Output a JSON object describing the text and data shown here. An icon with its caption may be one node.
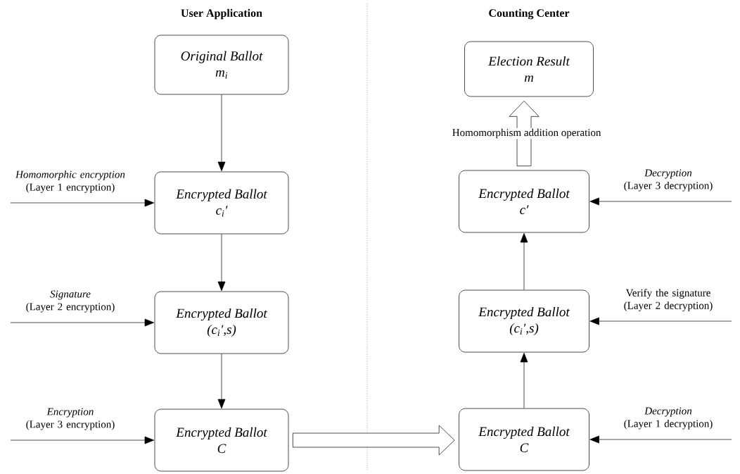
{
  "diagram": {
    "nodes": [
      {
        "text": [
          "Original Ballot",
          "m$_{i}$"
        ]
      },
      {
        "text": [
          "Election Result",
          "m"
        ]
      },
      {
        "text": [
          "Encrypted Ballot",
          "c$_{i}$′"
        ]
      },
      {
        "text": [
          "Encrypted Ballot",
          "c′"
        ]
      },
      {
        "text": [
          "Encrypted Ballot",
          "(c$_{i}$′,s)"
        ]
      },
      {
        "text": [
          "Encrypted Ballot",
          "(c$_{i}$′,s)"
        ]
      },
      {
        "text": [
          "Encrypted Ballot",
          "C"
        ]
      },
      {
        "text": [
          "Encrypted Ballot",
          "C"
        ]
      }
    ],
    "edges": [
      {
        "from": 0,
        "to": 2,
        "arrow": "to"
      },
      {
        "from": null,
        "to": 2,
        "arrow": "to",
        "label": "*Homomorphic encryption* (Layer 1 encryption)"
      },
      {
        "from": 2,
        "to": 4,
        "arrow": "to"
      },
      {
        "from": null,
        "to": 4,
        "arrow": "to",
        "label": "*Signature* (Layer 2 encryption)"
      },
      {
        "from": 4,
        "to": 6,
        "arrow": "to"
      },
      {
        "from": null,
        "to": 6,
        "arrow": "to",
        "label": "*Encryption* (Layer 3 encryption)"
      },
      {
        "from": 6,
        "to": 7,
        "arrow": "to",
        "style": "thick"
      },
      {
        "from": null,
        "to": 7,
        "arrow": "to",
        "label": "*Decryption* (Layer 1 decryption)"
      },
      {
        "from": 7,
        "to": 5,
        "arrow": "to"
      },
      {
        "from": null,
        "to": 5,
        "arrow": "to",
        "label": "Verify the signature (Layer 2 decryption)"
      },
      {
        "from": 5,
        "to": 3,
        "arrow": "to"
      },
      {
        "from": null,
        "to": 3,
        "arrow": "to",
        "label": "*Decryption* (Layer 3 decryption)"
      },
      {
        "from": 3,
        "to": 1,
        "arrow": "to",
        "style": "thick",
        "label": "Homomorphism addition operation"
      }
    ],
    "labels": [
      "User Application",
      "Counting Center"
    ]
  }
}
